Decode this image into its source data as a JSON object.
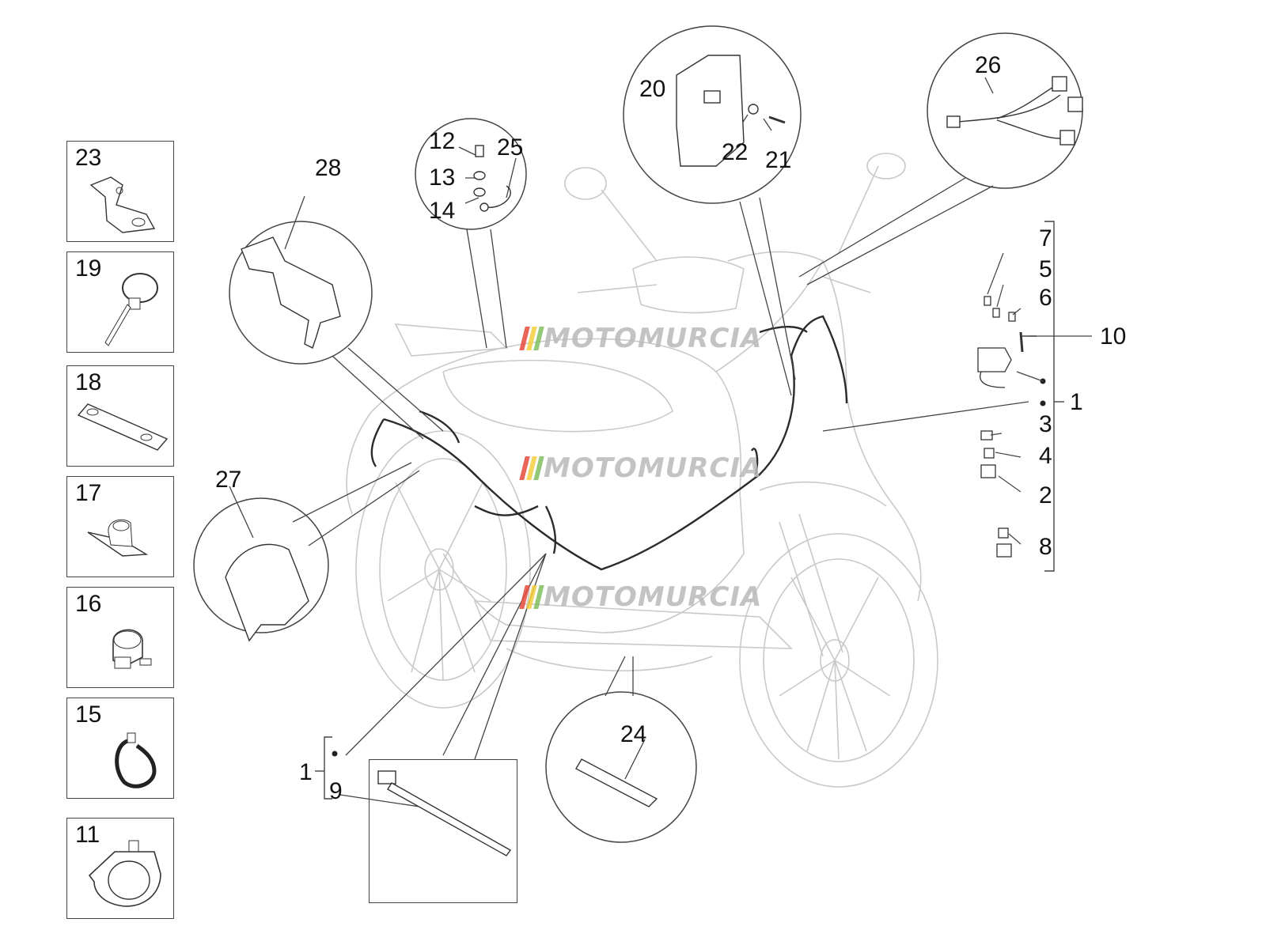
{
  "watermark": {
    "text": "MOTOMURCIA",
    "stripe_colors": [
      "#e74c3c",
      "#f4d03f",
      "#7fbf5f"
    ]
  },
  "side_boxes": [
    {
      "number": "23",
      "icon": "bracket-icon"
    },
    {
      "number": "19",
      "icon": "cable-tie-clamp-icon"
    },
    {
      "number": "18",
      "icon": "flat-plate-icon"
    },
    {
      "number": "17",
      "icon": "speed-nut-icon"
    },
    {
      "number": "16",
      "icon": "cable-clip-icon"
    },
    {
      "number": "15",
      "icon": "strap-band-icon"
    },
    {
      "number": "11",
      "icon": "hose-clamp-icon"
    }
  ],
  "callouts": [
    {
      "id": "26",
      "text": "26"
    },
    {
      "id": "20",
      "text": "20"
    },
    {
      "id": "22",
      "text": "22"
    },
    {
      "id": "21",
      "text": "21"
    },
    {
      "id": "12",
      "text": "12"
    },
    {
      "id": "25",
      "text": "25"
    },
    {
      "id": "13",
      "text": "13"
    },
    {
      "id": "14",
      "text": "14"
    },
    {
      "id": "28",
      "text": "28"
    },
    {
      "id": "27",
      "text": "27"
    },
    {
      "id": "24",
      "text": "24"
    },
    {
      "id": "7",
      "text": "7"
    },
    {
      "id": "5",
      "text": "5"
    },
    {
      "id": "6",
      "text": "6"
    },
    {
      "id": "10",
      "text": "10"
    },
    {
      "id": "1a",
      "text": "1"
    },
    {
      "id": "3",
      "text": "3"
    },
    {
      "id": "4",
      "text": "4"
    },
    {
      "id": "2",
      "text": "2"
    },
    {
      "id": "8",
      "text": "8"
    },
    {
      "id": "1b",
      "text": "1"
    },
    {
      "id": "9",
      "text": "9"
    }
  ]
}
